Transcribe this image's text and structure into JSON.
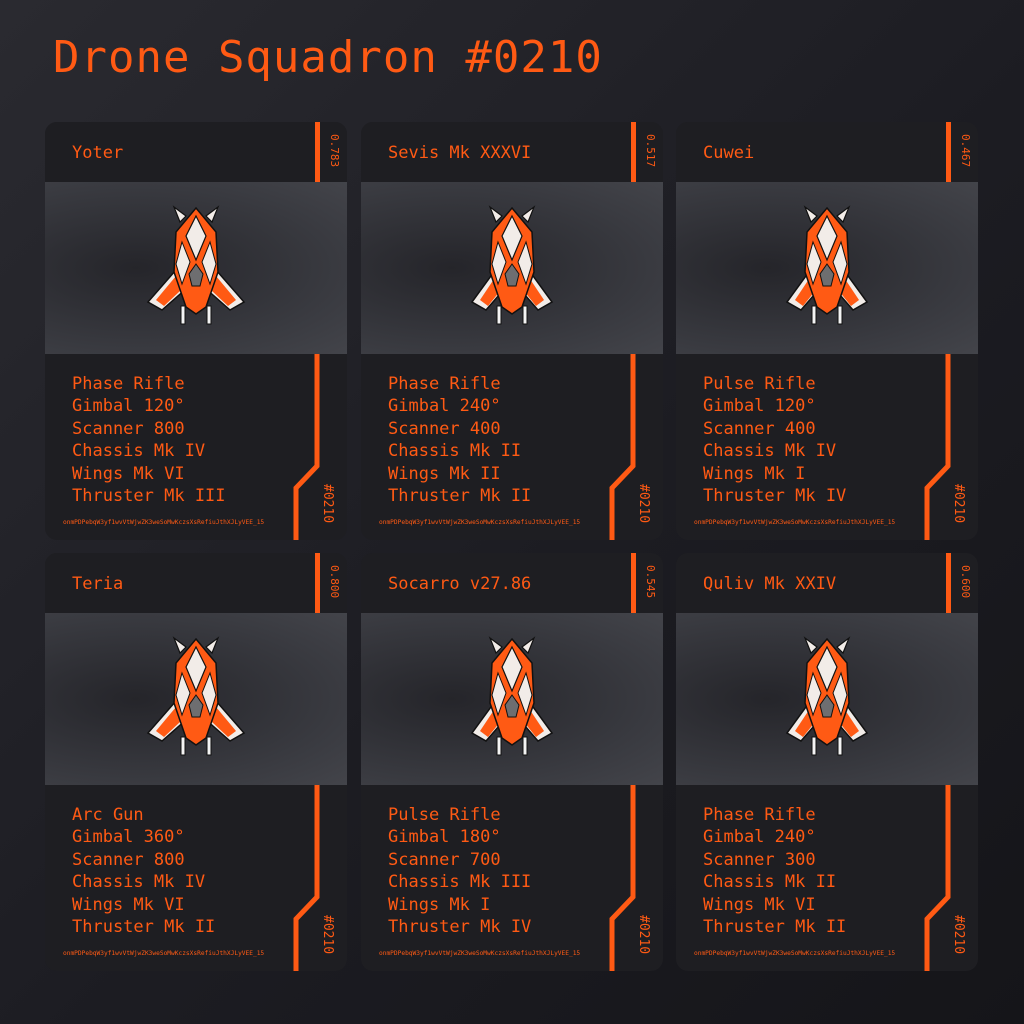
{
  "page": {
    "title": "Drone Squadron #0210"
  },
  "colors": {
    "accent": "#ff5a14",
    "card": "#1e1e22",
    "hull_light": "#f2ece8",
    "core": "#6e6e70"
  },
  "cards": [
    {
      "name": "Yoter",
      "score": "0.783",
      "tag": "#0210",
      "hash": "onmPDPebqW3yf1wvVtWjwZK3weSoMwKczsXsRefiuJthXJLyVEE_15",
      "stats": [
        "Phase Rifle",
        "Gimbal 120°",
        "Scanner 800",
        "Chassis Mk IV",
        "Wings Mk VI",
        "Thruster Mk III"
      ],
      "ship_icon": "ship-icon"
    },
    {
      "name": "Sevis Mk XXXVI",
      "score": "0.517",
      "tag": "#0210",
      "hash": "onmPDPebqW3yf1wvVtWjwZK3weSoMwKczsXsRefiuJthXJLyVEE_15",
      "stats": [
        "Phase Rifle",
        "Gimbal 240°",
        "Scanner 400",
        "Chassis Mk II",
        "Wings Mk II",
        "Thruster Mk II"
      ],
      "ship_icon": "ship-icon"
    },
    {
      "name": "Cuwei",
      "score": "0.467",
      "tag": "#0210",
      "hash": "onmPDPebqW3yf1wvVtWjwZK3weSoMwKczsXsRefiuJthXJLyVEE_15",
      "stats": [
        "Pulse Rifle",
        "Gimbal 120°",
        "Scanner 400",
        "Chassis Mk IV",
        "Wings Mk I",
        "Thruster Mk IV"
      ],
      "ship_icon": "ship-icon"
    },
    {
      "name": "Teria",
      "score": "0.800",
      "tag": "#0210",
      "hash": "onmPDPebqW3yf1wvVtWjwZK3weSoMwKczsXsRefiuJthXJLyVEE_15",
      "stats": [
        "Arc Gun",
        "Gimbal 360°",
        "Scanner 800",
        "Chassis Mk IV",
        "Wings Mk VI",
        "Thruster Mk II"
      ],
      "ship_icon": "ship-icon"
    },
    {
      "name": "Socarro v27.86",
      "score": "0.545",
      "tag": "#0210",
      "hash": "onmPDPebqW3yf1wvVtWjwZK3weSoMwKczsXsRefiuJthXJLyVEE_15",
      "stats": [
        "Pulse Rifle",
        "Gimbal 180°",
        "Scanner 700",
        "Chassis Mk III",
        "Wings Mk I",
        "Thruster Mk IV"
      ],
      "ship_icon": "ship-icon"
    },
    {
      "name": "Quliv Mk XXIV",
      "score": "0.600",
      "tag": "#0210",
      "hash": "onmPDPebqW3yf1wvVtWjwZK3weSoMwKczsXsRefiuJthXJLyVEE_15",
      "stats": [
        "Phase Rifle",
        "Gimbal 240°",
        "Scanner 300",
        "Chassis Mk II",
        "Wings Mk VI",
        "Thruster Mk II"
      ],
      "ship_icon": "ship-icon"
    }
  ]
}
